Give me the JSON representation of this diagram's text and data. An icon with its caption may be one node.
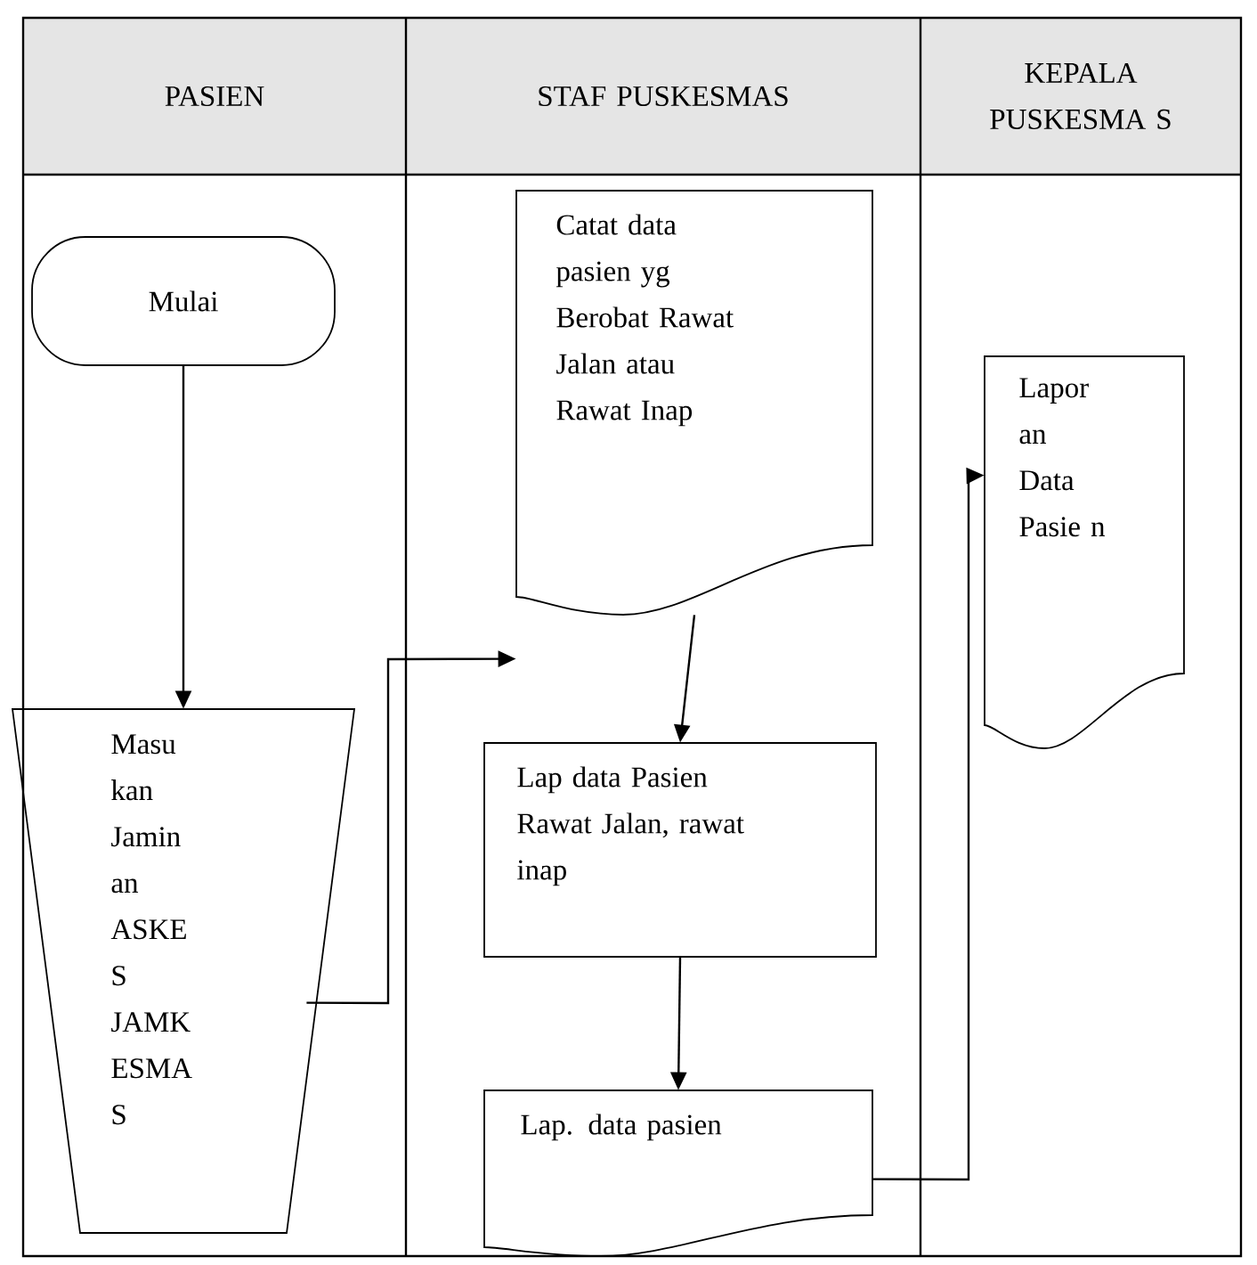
{
  "diagram": {
    "nodes": [
      {
        "text": [
          "Mulai"
        ]
      },
      {
        "text": [
          "Masu kan Jamin an ASKE S JAMK ESMA S"
        ]
      },
      {
        "text": [
          "Catat data pasien yg Berobat Rawat Jalan atau Rawat Inap"
        ]
      },
      {
        "text": [
          "Lap data Pasien Rawat Jalan, rawat inap"
        ]
      },
      {
        "text": [
          "Lap. data pasien"
        ]
      },
      {
        "text": [
          "Lapor an Data Pasie n"
        ]
      }
    ],
    "edges": [
      {
        "from": 0,
        "to": 1,
        "arrow": "to"
      },
      {
        "from": 1,
        "to": 2,
        "arrow": "to"
      },
      {
        "from": 2,
        "to": 3,
        "arrow": "to"
      },
      {
        "from": 3,
        "to": 4,
        "arrow": "to"
      },
      {
        "from": 4,
        "to": 5,
        "arrow": "to"
      }
    ],
    "labels": [
      "PASIEN",
      "STAF PUSKESMAS",
      "KEPALA PUSKESMA S"
    ]
  }
}
